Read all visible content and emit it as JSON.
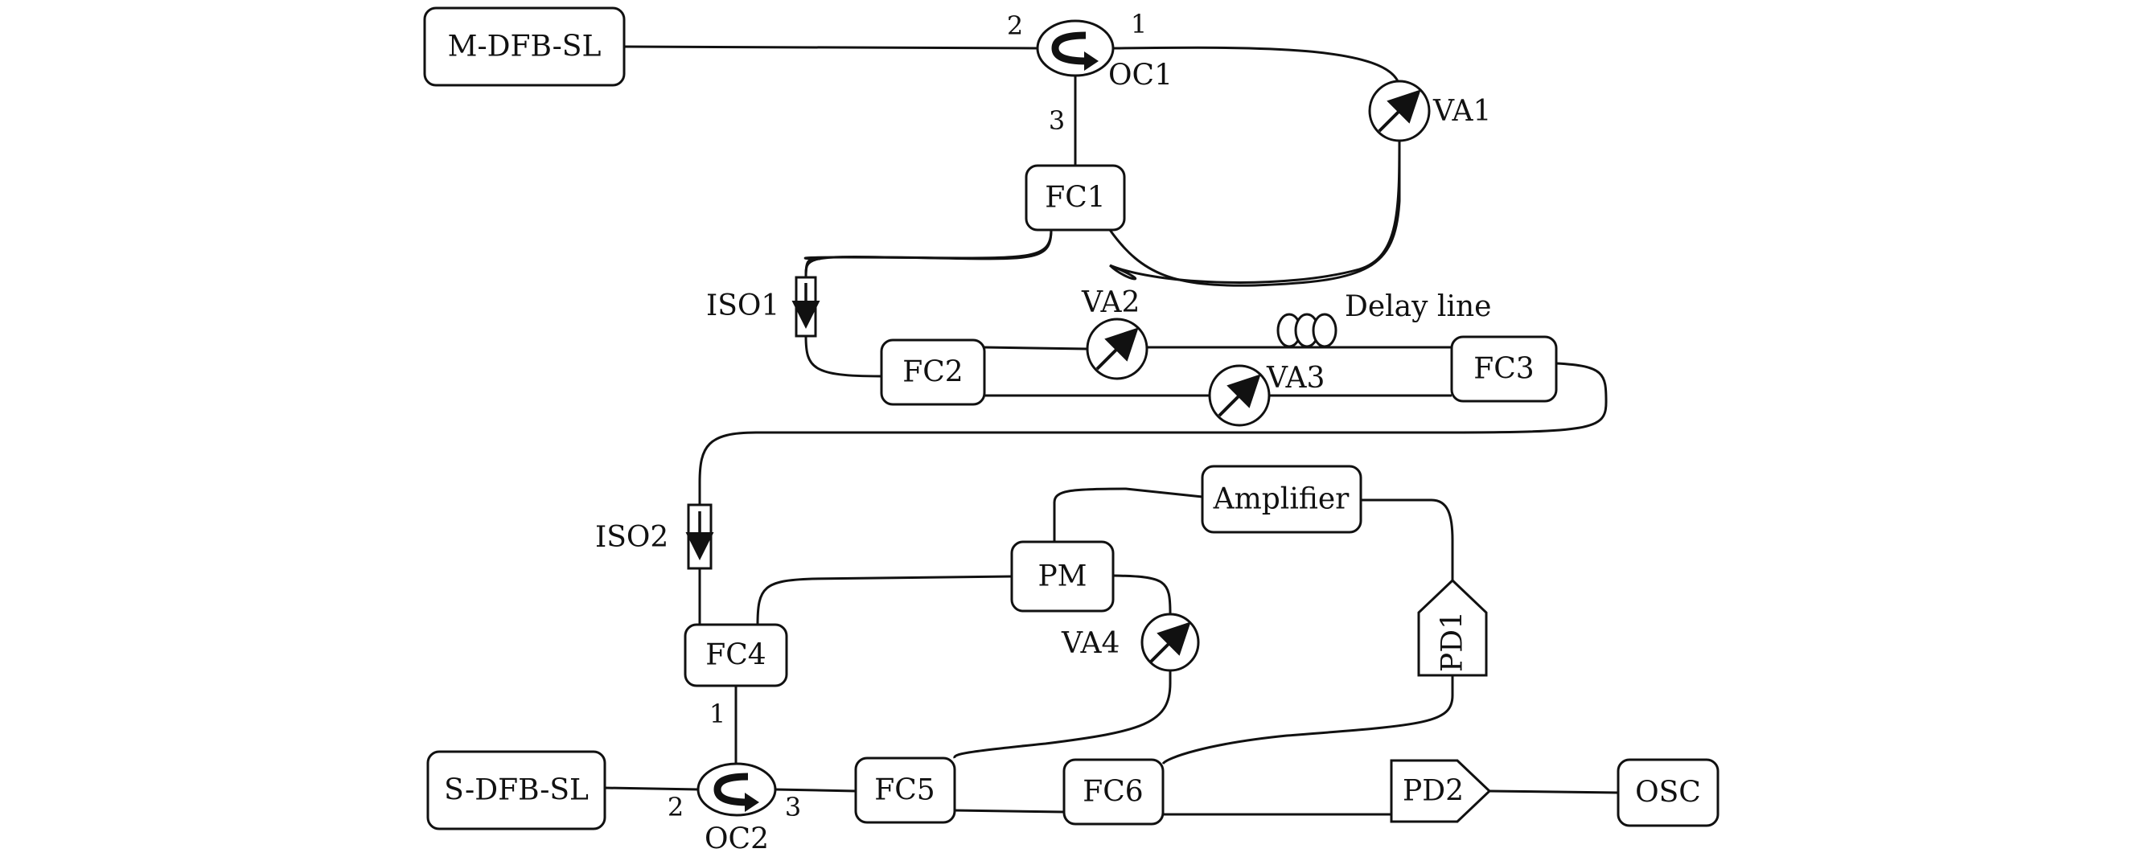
{
  "components": {
    "m_dfb_sl": "M-DFB-SL",
    "s_dfb_sl": "S-DFB-SL",
    "oc1": "OC1",
    "oc2": "OC2",
    "va1": "VA1",
    "va2": "VA2",
    "va3": "VA3",
    "va4": "VA4",
    "fc1": "FC1",
    "fc2": "FC2",
    "fc3": "FC3",
    "fc4": "FC4",
    "fc5": "FC5",
    "fc6": "FC6",
    "iso1": "ISO1",
    "iso2": "ISO2",
    "delay_line": "Delay line",
    "amplifier": "Amplifier",
    "pm": "PM",
    "pd1": "PD1",
    "pd2": "PD2",
    "osc": "OSC"
  },
  "ports": {
    "oc1_port1": "1",
    "oc1_port2": "2",
    "oc1_port3": "3",
    "oc2_port1": "1",
    "oc2_port2": "2",
    "oc2_port3": "3"
  }
}
